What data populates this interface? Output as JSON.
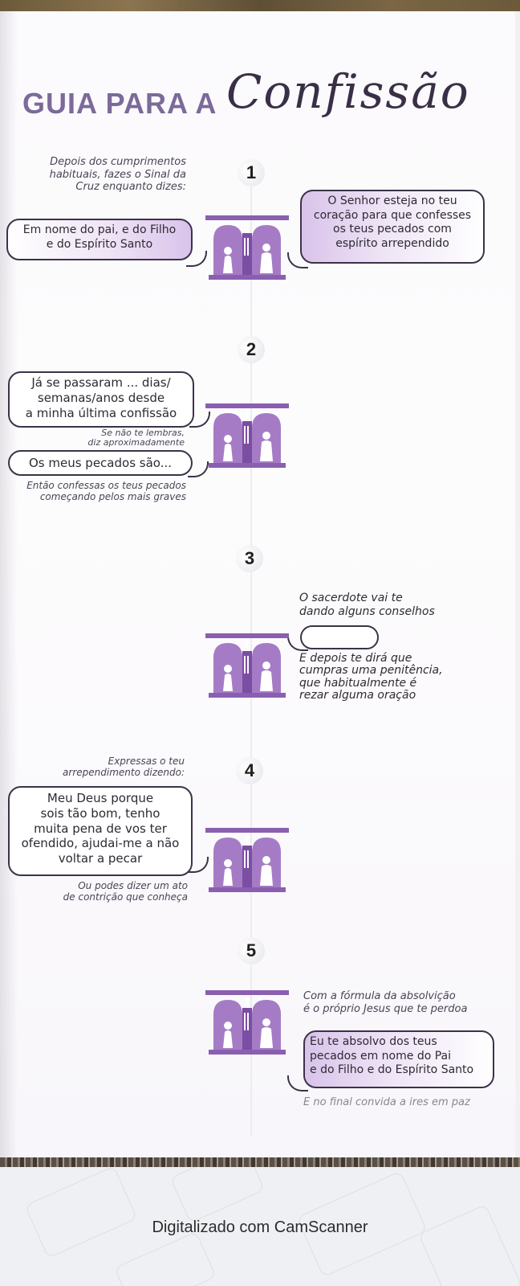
{
  "title": {
    "prefix": "GUIA PARA A",
    "script": "Confissão"
  },
  "steps": [
    {
      "number": "1",
      "note_intro": [
        "Depois dos cumprimentos",
        "habituais, fazes o Sinal da",
        "Cruz enquanto dizes:"
      ],
      "penitent_bubble": [
        "Em nome do pai, e do Filho",
        "e do Espírito Santo"
      ],
      "priest_bubble": [
        "O Senhor esteja no teu",
        "coração para que confesses",
        "os teus pecados com",
        "espírito arrependido"
      ]
    },
    {
      "number": "2",
      "penitent_bubble": [
        "Já se passaram ... dias/",
        "semanas/anos desde",
        "a minha última confissão"
      ],
      "note_small": [
        "Se não te lembras,",
        "diz aproximadamente"
      ],
      "penitent_bubble_2": "Os meus pecados são...",
      "note_after": [
        "Então confessas os teus pecados",
        "começando pelos mais graves"
      ]
    },
    {
      "number": "3",
      "note_intro": [
        "O sacerdote vai te",
        "dando alguns conselhos"
      ],
      "note_after": [
        "E depois te dirá que",
        "cumpras uma penitência,",
        "que habitualmente é",
        "rezar alguma oração"
      ]
    },
    {
      "number": "4",
      "note_intro": [
        "Expressas o teu",
        "arrependimento dizendo:"
      ],
      "penitent_bubble": [
        "Meu Deus porque",
        "sois tão bom, tenho",
        "muita pena de vos ter",
        "ofendido, ajudai-me a não",
        "voltar a pecar"
      ],
      "note_after": [
        "Ou podes dizer um ato",
        "de contrição que conheça"
      ]
    },
    {
      "number": "5",
      "note_intro": [
        "Com a fórmula da absolvição",
        "é o próprio Jesus que te perdoa"
      ],
      "priest_bubble": [
        "Eu te absolvo dos teus",
        "pecados em nome do Pai",
        "e do Filho e do Espírito Santo"
      ],
      "note_after": "E no final convida a ires em paz"
    }
  ],
  "footer": {
    "scanner_text": "Digitalizado com CamScanner"
  },
  "colors": {
    "accent_purple": "#8a5fb0",
    "title_purple": "#7b6a9a",
    "ink": "#3b3348"
  }
}
